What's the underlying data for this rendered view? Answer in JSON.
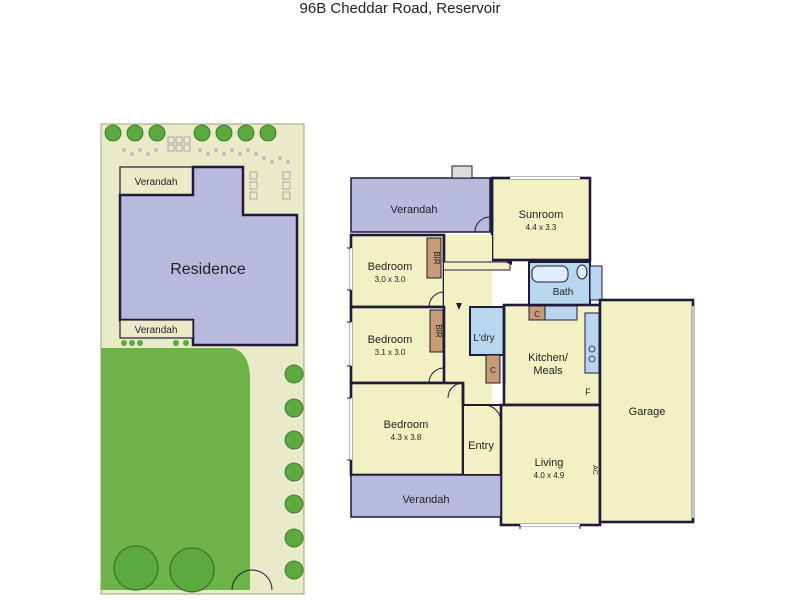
{
  "title": "96B Cheddar Road, Reservoir",
  "site": {
    "residence": "Residence",
    "verandah_top": "Verandah",
    "verandah_bottom": "Verandah"
  },
  "rooms": {
    "verandah_top": {
      "name": "Verandah"
    },
    "sunroom": {
      "name": "Sunroom",
      "dims": "4.4 x 3.3"
    },
    "bedroom1": {
      "name": "Bedroom",
      "dims": "3.0 x 3.0"
    },
    "bir1": {
      "name": "BIR"
    },
    "bedroom2": {
      "name": "Bedroom",
      "dims": "3.1 x 3.0"
    },
    "bir2": {
      "name": "BIR"
    },
    "laundry": {
      "name": "L'dry"
    },
    "c1": {
      "name": "C"
    },
    "c2": {
      "name": "C"
    },
    "bath": {
      "name": "Bath"
    },
    "kitchen": {
      "name": "Kitchen/\nMeals"
    },
    "kitchen_line1": "Kitchen/",
    "kitchen_line2": "Meals",
    "f": {
      "name": "F"
    },
    "bedroom3": {
      "name": "Bedroom",
      "dims": "4.3 x 3.8"
    },
    "entry": {
      "name": "Entry"
    },
    "living": {
      "name": "Living",
      "dims": "4.0 x 4.9"
    },
    "ac": {
      "name": "AC"
    },
    "garage": {
      "name": "Garage"
    },
    "verandah_bottom": {
      "name": "Verandah"
    }
  },
  "colors": {
    "walls": "#1f1a3a",
    "residence_fill": "#b7b9dd",
    "verandah_fill": "#b7b9dd",
    "room_fill": "#f1f1c3",
    "wet_fill": "#b9d6ef",
    "cupboard_fill": "#c79a78",
    "yard_fill": "#e9ebc8",
    "lawn_fill": "#6db347",
    "tree_fill": "#5caa3e"
  }
}
